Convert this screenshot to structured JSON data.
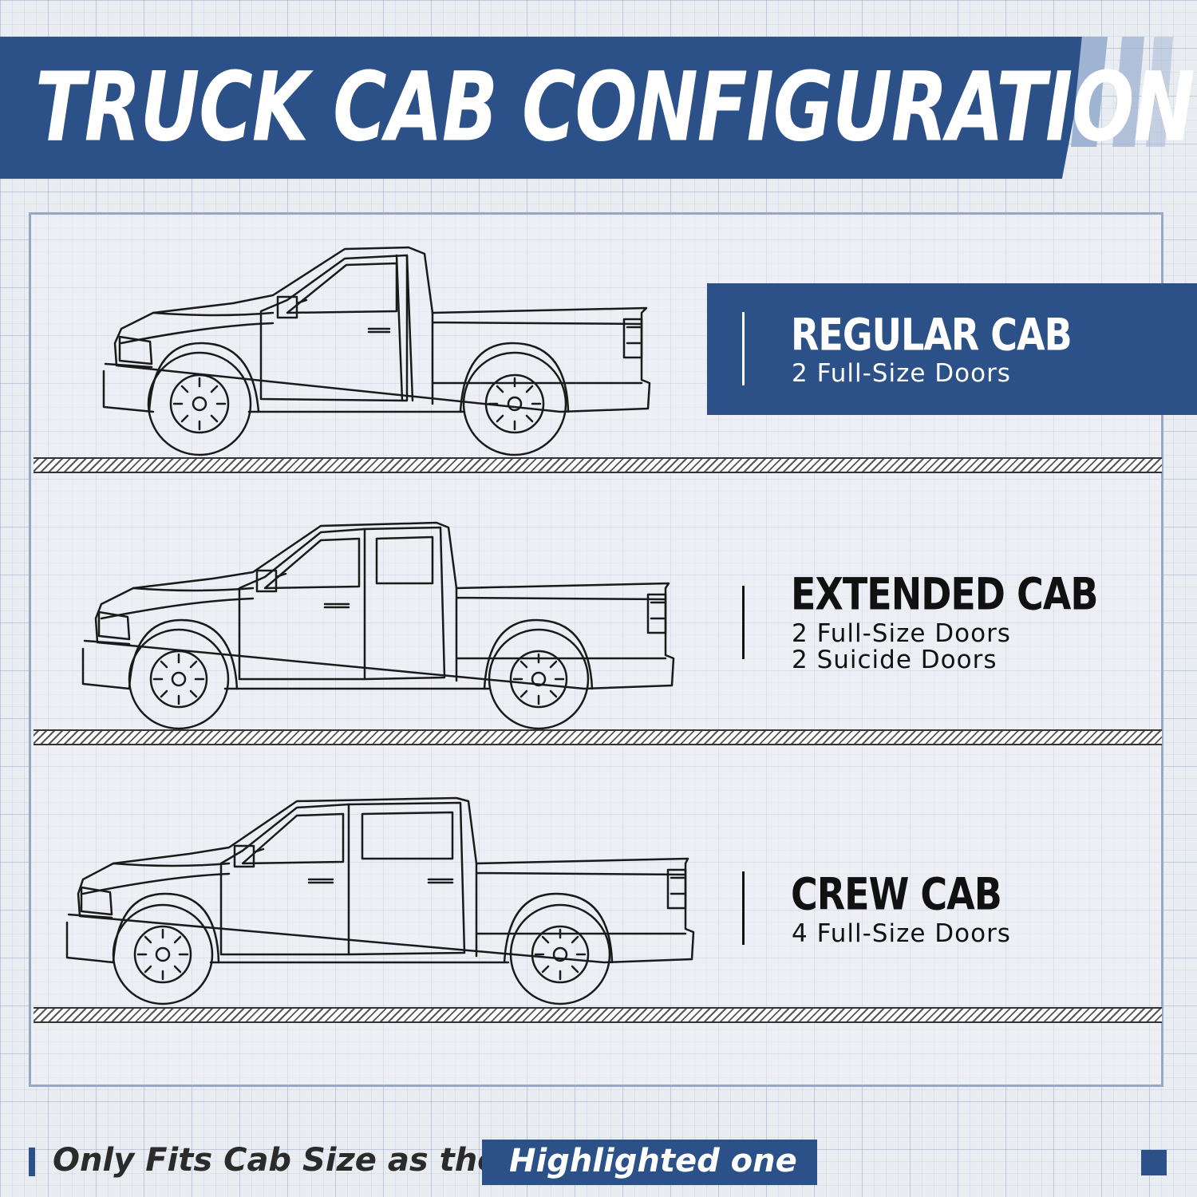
{
  "header": {
    "title": "TRUCK CAB CONFIGURATION"
  },
  "cabs": [
    {
      "name": "REGULAR CAB",
      "lines": [
        "2 Full-Size Doors"
      ],
      "highlighted": true,
      "icon": "regular-cab-truck-outline"
    },
    {
      "name": "EXTENDED CAB",
      "lines": [
        "2 Full-Size Doors",
        "2 Suicide Doors"
      ],
      "highlighted": false,
      "icon": "extended-cab-truck-outline"
    },
    {
      "name": "CREW CAB",
      "lines": [
        "4 Full-Size Doors"
      ],
      "highlighted": false,
      "icon": "crew-cab-truck-outline"
    }
  ],
  "footer": {
    "text": "Only Fits Cab Size as the",
    "highlight": "Highlighted one"
  },
  "colors": {
    "brand": "#2c5189",
    "text_dark": "#111111",
    "text_light": "#ffffff",
    "grid_background": "#e9ecf1"
  }
}
